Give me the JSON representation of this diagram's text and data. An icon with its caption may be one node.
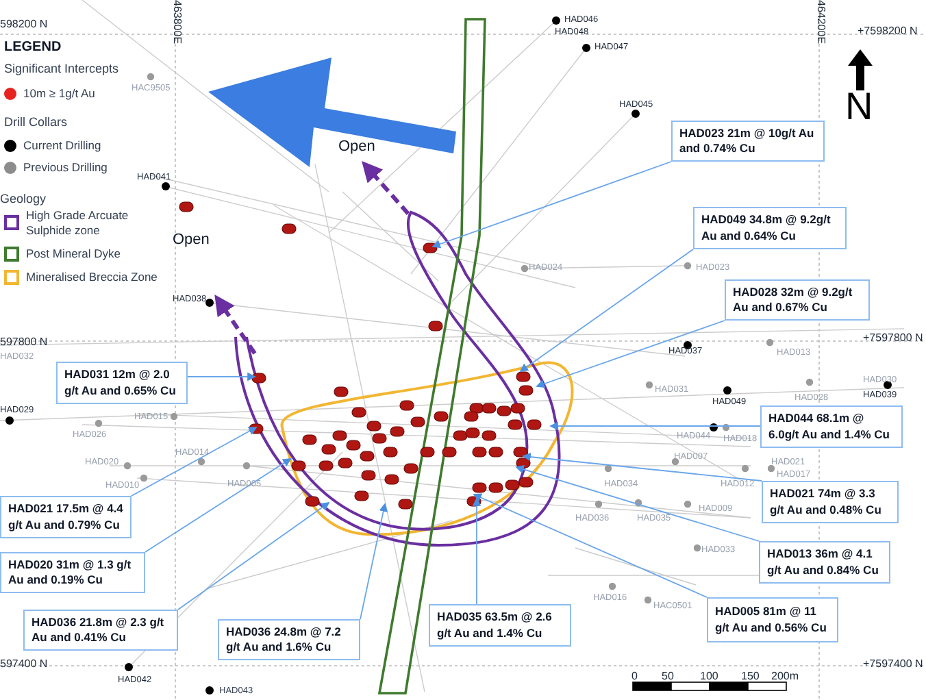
{
  "diagram": {
    "nodes": [
      {
        "text": [
          "HAD023 21m @ 10g/t Au and 0.74% Cu"
        ]
      },
      {
        "text": [
          "HAD049 34.8m @ 9.2g/t Au and 0.64% Cu"
        ]
      },
      {
        "text": [
          "HAD028 32m @ 9.2g/t Au and 0.67% Cu"
        ]
      },
      {
        "text": [
          "HAD031 12m @ 2.0 g/t Au and 0.65% Cu"
        ]
      },
      {
        "text": [
          "HAD044 68.1m @ 6.0g/t Au and 1.4% Cu"
        ]
      },
      {
        "text": [
          "HAD021 17.5m @ 4.4 g/t Au and 0.79% Cu"
        ]
      },
      {
        "text": [
          "HAD021 74m @ 3.3 g/t Au and 0.48% Cu"
        ]
      },
      {
        "text": [
          "HAD013 36m @ 4.1 g/t Au and 0.84% Cu"
        ]
      },
      {
        "text": [
          "HAD020 31m @ 1.3 g/t Au and 0.19% Cu"
        ]
      },
      {
        "text": [
          "HAD036 21.8m @ 2.3 g/t Au and 0.41% Cu"
        ]
      },
      {
        "text": [
          "HAD036 24.8m @ 7.2 g/t Au and 1.6% Cu"
        ]
      },
      {
        "text": [
          "HAD035 63.5m @ 2.6 g/t Au and 1.4% Cu"
        ]
      },
      {
        "text": [
          "HAD005 81m @ 11 g/t Au and 0.56% Cu"
        ]
      }
    ],
    "edges": [
      {
        "from": 0,
        "to": null,
        "arrow": "to"
      },
      {
        "from": 1,
        "to": null,
        "arrow": "to"
      },
      {
        "from": 2,
        "to": null,
        "arrow": "to"
      },
      {
        "from": 3,
        "to": null,
        "arrow": "to"
      },
      {
        "from": 4,
        "to": null,
        "arrow": "to"
      },
      {
        "from": 5,
        "to": null,
        "arrow": "to"
      },
      {
        "from": 6,
        "to": null,
        "arrow": "to"
      },
      {
        "from": 7,
        "to": null,
        "arrow": "to"
      },
      {
        "from": 8,
        "to": null,
        "arrow": "to"
      },
      {
        "from": 9,
        "to": null,
        "arrow": "to"
      },
      {
        "from": 10,
        "to": null,
        "arrow": "to"
      },
      {
        "from": 11,
        "to": null,
        "arrow": "to"
      },
      {
        "from": 12,
        "to": null,
        "arrow": "to"
      }
    ],
    "labels": [
      "598200 N",
      "463800E",
      "464200E",
      "+7598200 N",
      "LEGEND",
      "Significant Intercepts",
      "Drill Collars",
      "Geology",
      "Open",
      "Open",
      "HAC9505",
      "HAD046",
      "HAD048",
      "HAD047",
      "HAD045",
      "HAD041",
      "HAD038",
      "HAD024",
      "HAD023",
      "+7597800 N",
      "597800 N",
      "HAD032",
      "HAD037",
      "HAD013",
      "HAD029",
      "HAD015",
      "HAD026",
      "HAD014",
      "HAD020",
      "HAD010",
      "HAD005",
      "HAD031",
      "HAD049",
      "HAD028",
      "HAD030",
      "HAD039",
      "HAD044",
      "HAD018",
      "HAD007",
      "HAD021",
      "HAD017",
      "HAD034",
      "HAD012",
      "HAD036",
      "HAD035",
      "HAD009",
      "HAD033",
      "HAD016",
      "HAC0501",
      "597400 N",
      "+7597400 N",
      "HAD042",
      "HAD043",
      "N",
      "0",
      "50",
      "100",
      "150",
      "200m"
    ],
    "legend": [
      {
        "text": "10m ≥ 1g/t Au",
        "color": "#e8231f"
      },
      {
        "text": "Current Drilling",
        "color": "#000000"
      },
      {
        "text": "Previous Drilling",
        "color": "#8c8c8c"
      },
      {
        "text": "High Grade Arcuate Sulphide zone",
        "color": "#6a2fa0"
      },
      {
        "text": "Post Mineral Dyke",
        "color": "#3f7a2e"
      },
      {
        "text": "Mineralised Breccia Zone",
        "color": "#f2b632"
      }
    ]
  }
}
